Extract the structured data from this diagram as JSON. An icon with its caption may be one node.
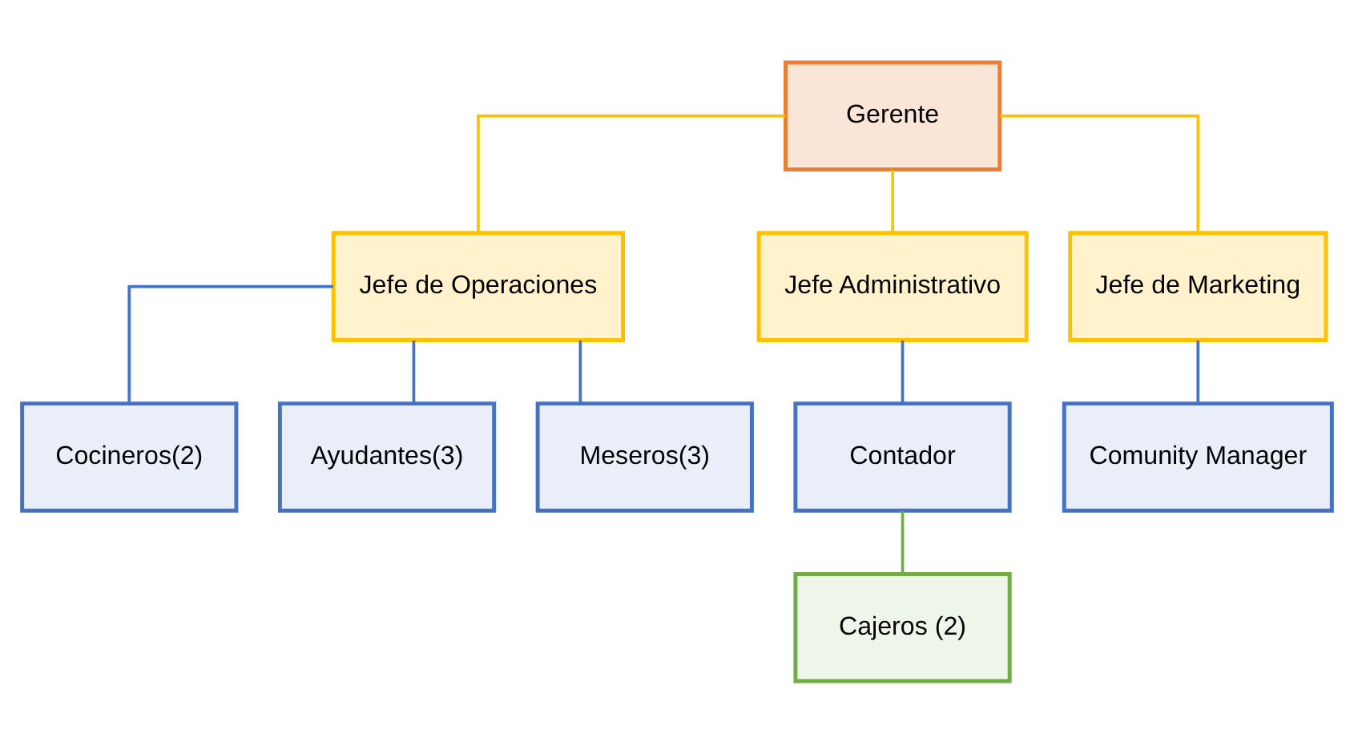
{
  "diagram": {
    "nodes": [
      {
        "text": [
          "Gerente"
        ]
      },
      {
        "text": [
          "Jefe de Operaciones"
        ]
      },
      {
        "text": [
          "Jefe Administrativo"
        ]
      },
      {
        "text": [
          "Jefe de Marketing"
        ]
      },
      {
        "text": [
          "Cocineros(2)"
        ]
      },
      {
        "text": [
          "Ayudantes(3)"
        ]
      },
      {
        "text": [
          "Meseros(3)"
        ]
      },
      {
        "text": [
          "Contador"
        ]
      },
      {
        "text": [
          "Comunity Manager"
        ]
      },
      {
        "text": [
          "Cajeros (2)"
        ]
      }
    ],
    "edges": [
      {
        "from": 0,
        "to": 1,
        "arrow": "none",
        "color": "#ffc000"
      },
      {
        "from": 0,
        "to": 2,
        "arrow": "none",
        "color": "#ffc000"
      },
      {
        "from": 0,
        "to": 3,
        "arrow": "none",
        "color": "#ffc000"
      },
      {
        "from": 1,
        "to": 4,
        "arrow": "none"
      },
      {
        "from": 1,
        "to": 5,
        "arrow": "none"
      },
      {
        "from": 1,
        "to": 6,
        "arrow": "none"
      },
      {
        "from": 2,
        "to": 7,
        "arrow": "none"
      },
      {
        "from": 3,
        "to": 8,
        "arrow": "none"
      },
      {
        "from": 7,
        "to": 9,
        "arrow": "none",
        "color": "#70ad47"
      }
    ]
  }
}
